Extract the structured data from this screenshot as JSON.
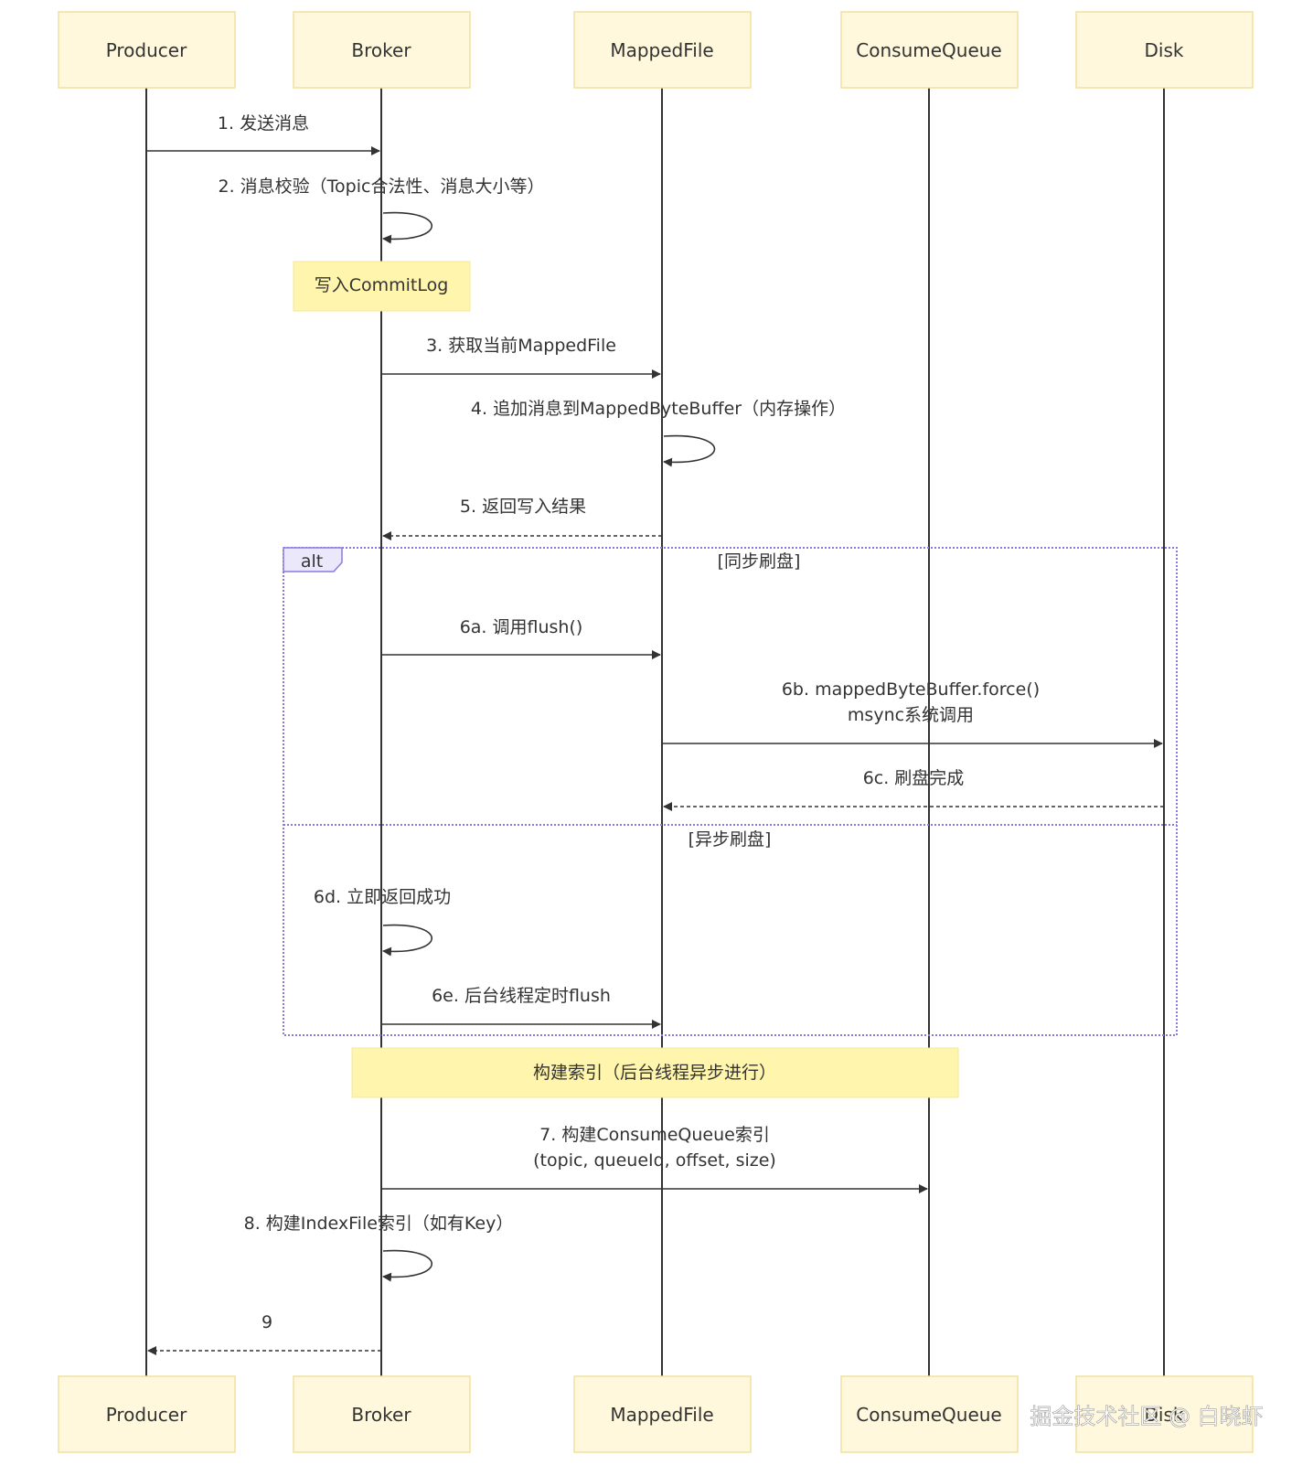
{
  "actors": [
    {
      "id": "producer",
      "label": "Producer"
    },
    {
      "id": "broker",
      "label": "Broker"
    },
    {
      "id": "mappedfile",
      "label": "MappedFile"
    },
    {
      "id": "consumequeue",
      "label": "ConsumeQueue"
    },
    {
      "id": "disk",
      "label": "Disk"
    }
  ],
  "messages": {
    "m1": "1. 发送消息",
    "m2": "2. 消息校验（Topic合法性、消息大小等）",
    "m3": "3. 获取当前MappedFile",
    "m4": "4. 追加消息到MappedByteBuffer（内存操作）",
    "m5": "5. 返回写入结果",
    "m6a": "6a. 调用flush()",
    "m6b_line1": "6b. mappedByteBuffer.force()",
    "m6b_line2": "msync系统调用",
    "m6c": "6c. 刷盘完成",
    "m6d": "6d. 立即返回成功",
    "m6e": "6e. 后台线程定时flush",
    "m7_line1": "7. 构建ConsumeQueue索引",
    "m7_line2": "(topic, queueId, offset, size)",
    "m8": "8. 构建IndexFile索引（如有Key）",
    "m9": "9"
  },
  "notes": {
    "commitlog": "写入CommitLog",
    "index": "构建索引（后台线程异步进行）"
  },
  "alt_block": {
    "label": "alt",
    "condition1": "[同步刷盘]",
    "condition2": "[异步刷盘]"
  },
  "watermark": "掘金技术社区 @ 白晓虾",
  "colors": {
    "actor_fill": "#fff8dc",
    "actor_border": "#f0e0a0",
    "note_fill": "#fff5ad",
    "alt_border": "#8a7ae0",
    "line": "#333333"
  }
}
